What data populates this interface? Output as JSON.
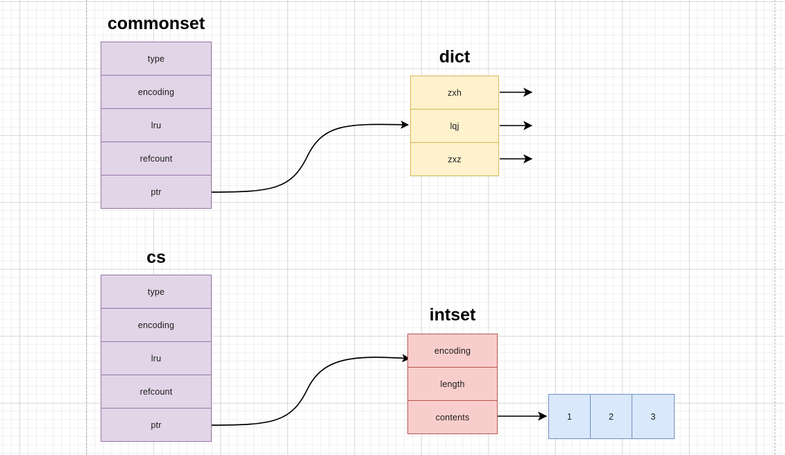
{
  "diagram": {
    "title_commonset": "commonset",
    "title_dict": "dict",
    "title_cs": "cs",
    "title_intset": "intset",
    "colors": {
      "purple_fill": "#e1d5e7",
      "purple_stroke": "#9673a6",
      "yellow_fill": "#fff2cc",
      "yellow_stroke": "#d6b656",
      "red_fill": "#f8cecc",
      "red_stroke": "#b85450",
      "blue_fill": "#dae8fc",
      "blue_stroke": "#6c8ebf",
      "edge_stroke": "#000000",
      "grid": "#d7d7d7"
    },
    "commonset_struct": {
      "label": "commonset",
      "fields": [
        "type",
        "encoding",
        "lru",
        "refcount",
        "ptr"
      ]
    },
    "cs_struct": {
      "label": "cs",
      "fields": [
        "type",
        "encoding",
        "lru",
        "refcount",
        "ptr"
      ]
    },
    "dict_struct": {
      "label": "dict",
      "entries": [
        "zxh",
        "lqj",
        "zxz"
      ]
    },
    "intset_struct": {
      "label": "intset",
      "fields": [
        "encoding",
        "length",
        "contents"
      ]
    },
    "contents_array": {
      "values": [
        "1",
        "2",
        "3"
      ]
    }
  }
}
